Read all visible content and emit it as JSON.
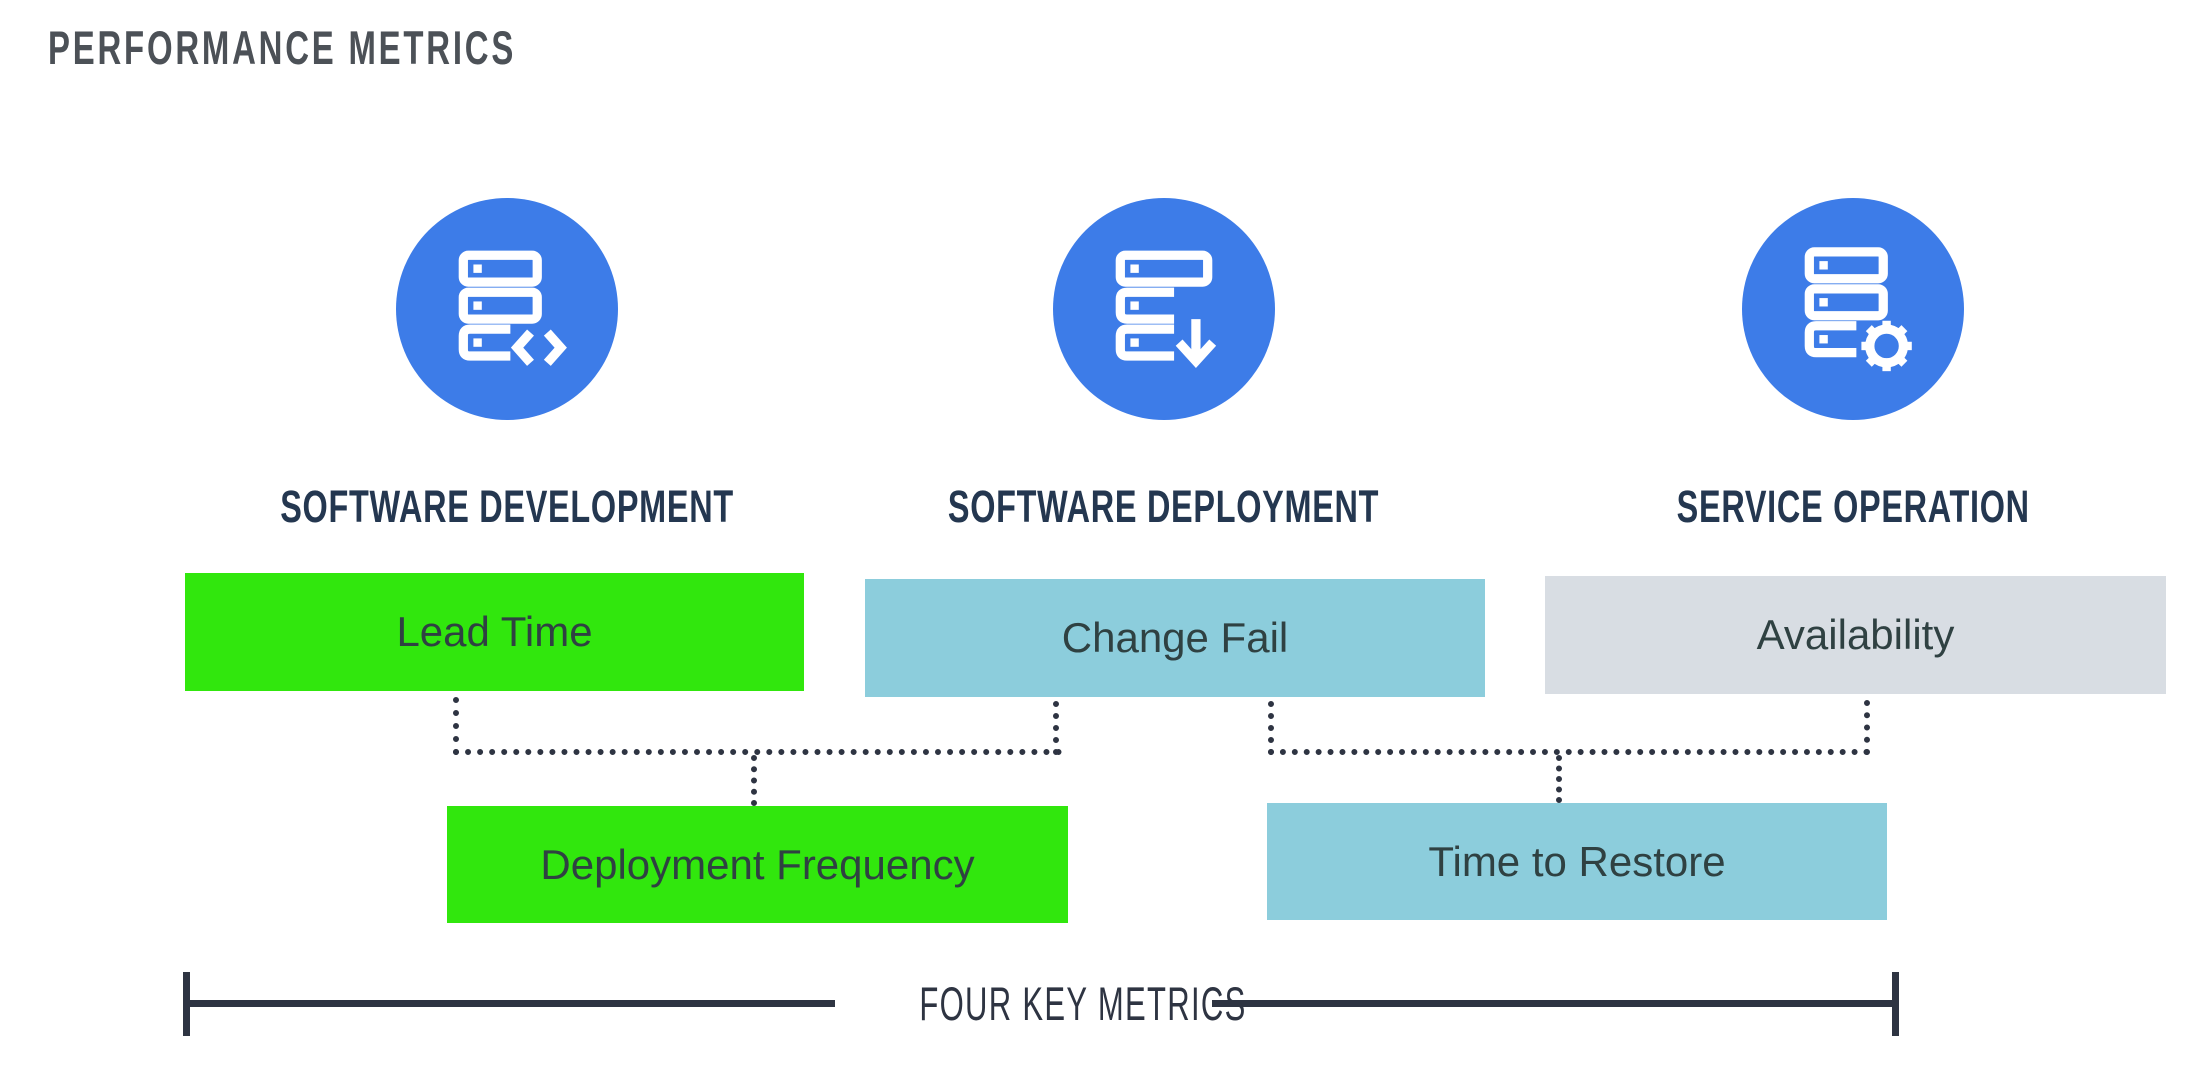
{
  "title": "PERFORMANCE METRICS",
  "colors": {
    "icon_blue": "#3d7ce8",
    "green": "#31e70d",
    "light_blue": "#8ccddc",
    "light_gray": "#d8dde3",
    "connector": "#2e3442",
    "title_gray": "#4c5157",
    "heading_navy": "#243750",
    "bar_text": "#2f4142"
  },
  "columns": [
    {
      "heading": "SOFTWARE DEVELOPMENT",
      "icon": "server-code-icon"
    },
    {
      "heading": "SOFTWARE DEPLOYMENT",
      "icon": "server-download-icon"
    },
    {
      "heading": "SERVICE OPERATION",
      "icon": "server-gear-icon"
    }
  ],
  "metrics": {
    "row1": [
      {
        "label": "Lead Time",
        "color": "#31e70d"
      },
      {
        "label": "Change Fail",
        "color": "#8ccddc"
      },
      {
        "label": "Availability",
        "color": "#d8dde3"
      }
    ],
    "row2": [
      {
        "label": "Deployment Frequency",
        "color": "#31e70d"
      },
      {
        "label": "Time to Restore",
        "color": "#8ccddc"
      }
    ]
  },
  "footer": {
    "label": "FOUR KEY METRICS"
  }
}
